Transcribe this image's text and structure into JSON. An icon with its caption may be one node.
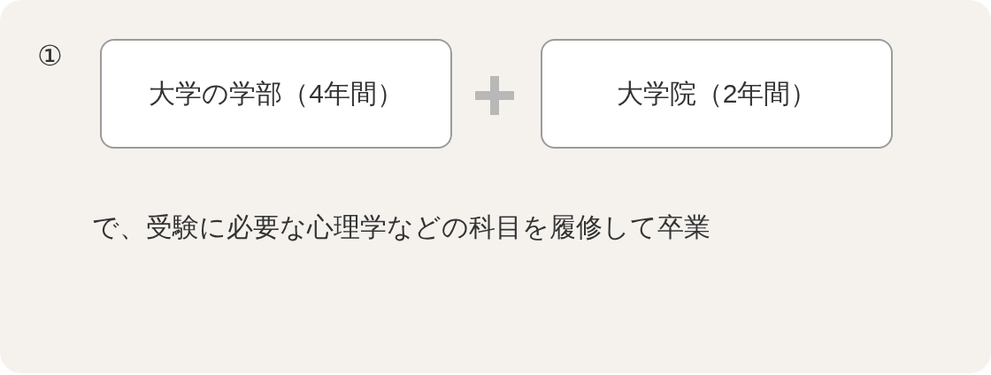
{
  "diagram": {
    "nodes": [
      {
        "text": [
          "①",
          "で、受験に必要な心理学などの科目を履修して卒業"
        ]
      },
      {
        "text": [
          "大学の学部（4年間）"
        ],
        "in": 0
      },
      {
        "text": [
          "大学院（2年間）"
        ],
        "in": 0
      }
    ]
  }
}
